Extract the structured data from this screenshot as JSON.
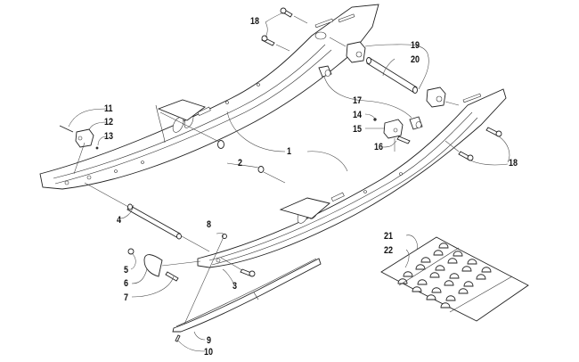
{
  "diagram": {
    "title": "Skid Frame and Slide Rail Assembly",
    "callouts": [
      {
        "number": "1",
        "part": "slide-rail-frame"
      },
      {
        "number": "2",
        "part": "washer"
      },
      {
        "number": "3",
        "part": "bolt"
      },
      {
        "number": "4",
        "part": "rear-axle-shaft"
      },
      {
        "number": "5",
        "part": "nut"
      },
      {
        "number": "6",
        "part": "end-cap"
      },
      {
        "number": "7",
        "part": "screw"
      },
      {
        "number": "8",
        "part": "nut"
      },
      {
        "number": "9",
        "part": "wear-strip"
      },
      {
        "number": "10",
        "part": "screw"
      },
      {
        "number": "11",
        "part": "screw"
      },
      {
        "number": "12",
        "part": "bumper-block"
      },
      {
        "number": "13",
        "part": "nut"
      },
      {
        "number": "14",
        "part": "nut"
      },
      {
        "number": "15",
        "part": "bumper-block"
      },
      {
        "number": "16",
        "part": "screw"
      },
      {
        "number": "17",
        "part": "bushing"
      },
      {
        "number": "18",
        "part": "bolt"
      },
      {
        "number": "19",
        "part": "spacer-block"
      },
      {
        "number": "20",
        "part": "cross-shaft"
      },
      {
        "number": "21",
        "part": "track-section"
      },
      {
        "number": "22",
        "part": "track-clip"
      }
    ]
  }
}
